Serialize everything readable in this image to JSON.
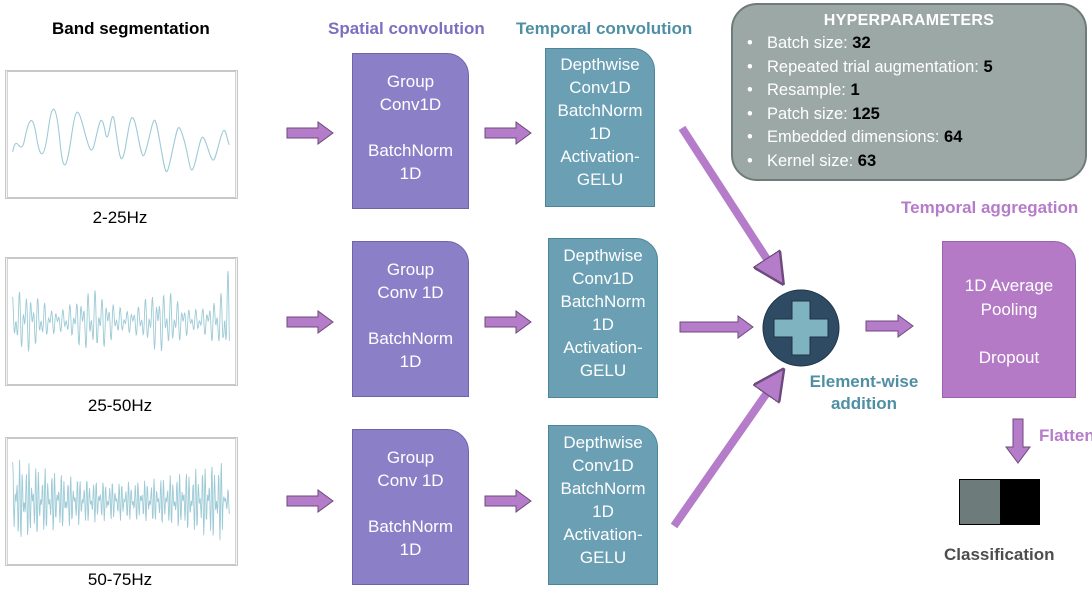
{
  "headers": {
    "band": "Band segmentation",
    "spatial": "Spatial convolution",
    "temporal": "Temporal convolution",
    "aggregation": "Temporal aggregation"
  },
  "bands": [
    {
      "label": "2-25Hz"
    },
    {
      "label": "25-50Hz"
    },
    {
      "label": "50-75Hz"
    }
  ],
  "spatial_blocks": [
    {
      "line1": "Group",
      "line2": "Conv1D",
      "line3": "BatchNorm",
      "line4": "1D"
    },
    {
      "line1": "Group",
      "line2": "Conv 1D",
      "line3": "BatchNorm",
      "line4": "1D"
    },
    {
      "line1": "Group",
      "line2": "Conv 1D",
      "line3": "BatchNorm",
      "line4": "1D"
    }
  ],
  "temporal_blocks": [
    {
      "line1": "Depthwise",
      "line2": "Conv1D",
      "line3": "BatchNorm",
      "line4": "1D",
      "line5": "Activation-",
      "line6": "GELU"
    },
    {
      "line1": "Depthwise",
      "line2": "Conv1D",
      "line3": "BatchNorm",
      "line4": "1D",
      "line5": "Activation-",
      "line6": "GELU"
    },
    {
      "line1": "Depthwise",
      "line2": "Conv1D",
      "line3": "BatchNorm",
      "line4": "1D",
      "line5": "Activation-",
      "line6": "GELU"
    }
  ],
  "hyperparameters": {
    "title": "HYPERPARAMETERS",
    "items": [
      {
        "name": "Batch size: ",
        "value": "32"
      },
      {
        "name": "Repeated trial augmentation: ",
        "value": "5"
      },
      {
        "name": "Resample: ",
        "value": "1"
      },
      {
        "name": "Patch size: ",
        "value": "125"
      },
      {
        "name": "Embedded dimensions: ",
        "value": "64"
      },
      {
        "name": "Kernel size: ",
        "value": "63"
      }
    ]
  },
  "addition": {
    "line1": "Element-wise",
    "line2": "addition",
    "icon": "plus-icon"
  },
  "aggregation_block": {
    "line1": "1D Average",
    "line2": "Pooling",
    "line3": "Dropout"
  },
  "flatten": "Flatten",
  "classification": "Classification",
  "colors": {
    "spatial": "#8b80c8",
    "temporal": "#6a9fb4",
    "aggregation": "#b47ac6",
    "arrow": "#b57cc9",
    "hyper_bg": "#9ca8a5",
    "node": "#2f4a63",
    "plus": "#7fb3bf",
    "class_gray": "#6d7b7a",
    "class_black": "#000000"
  }
}
